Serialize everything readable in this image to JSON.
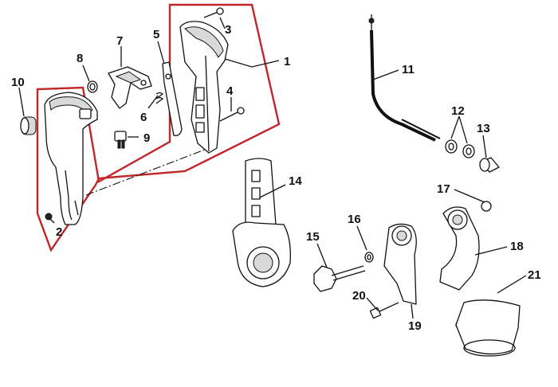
{
  "diagram": {
    "callouts": [
      "1",
      "2",
      "3",
      "4",
      "5",
      "6",
      "7",
      "8",
      "9",
      "10",
      "11",
      "12",
      "13",
      "14",
      "15",
      "16",
      "17",
      "18",
      "19",
      "20",
      "21"
    ],
    "colors": {
      "highlight_outline": "#c0262a",
      "line": "#111111",
      "background": "#ffffff"
    }
  }
}
